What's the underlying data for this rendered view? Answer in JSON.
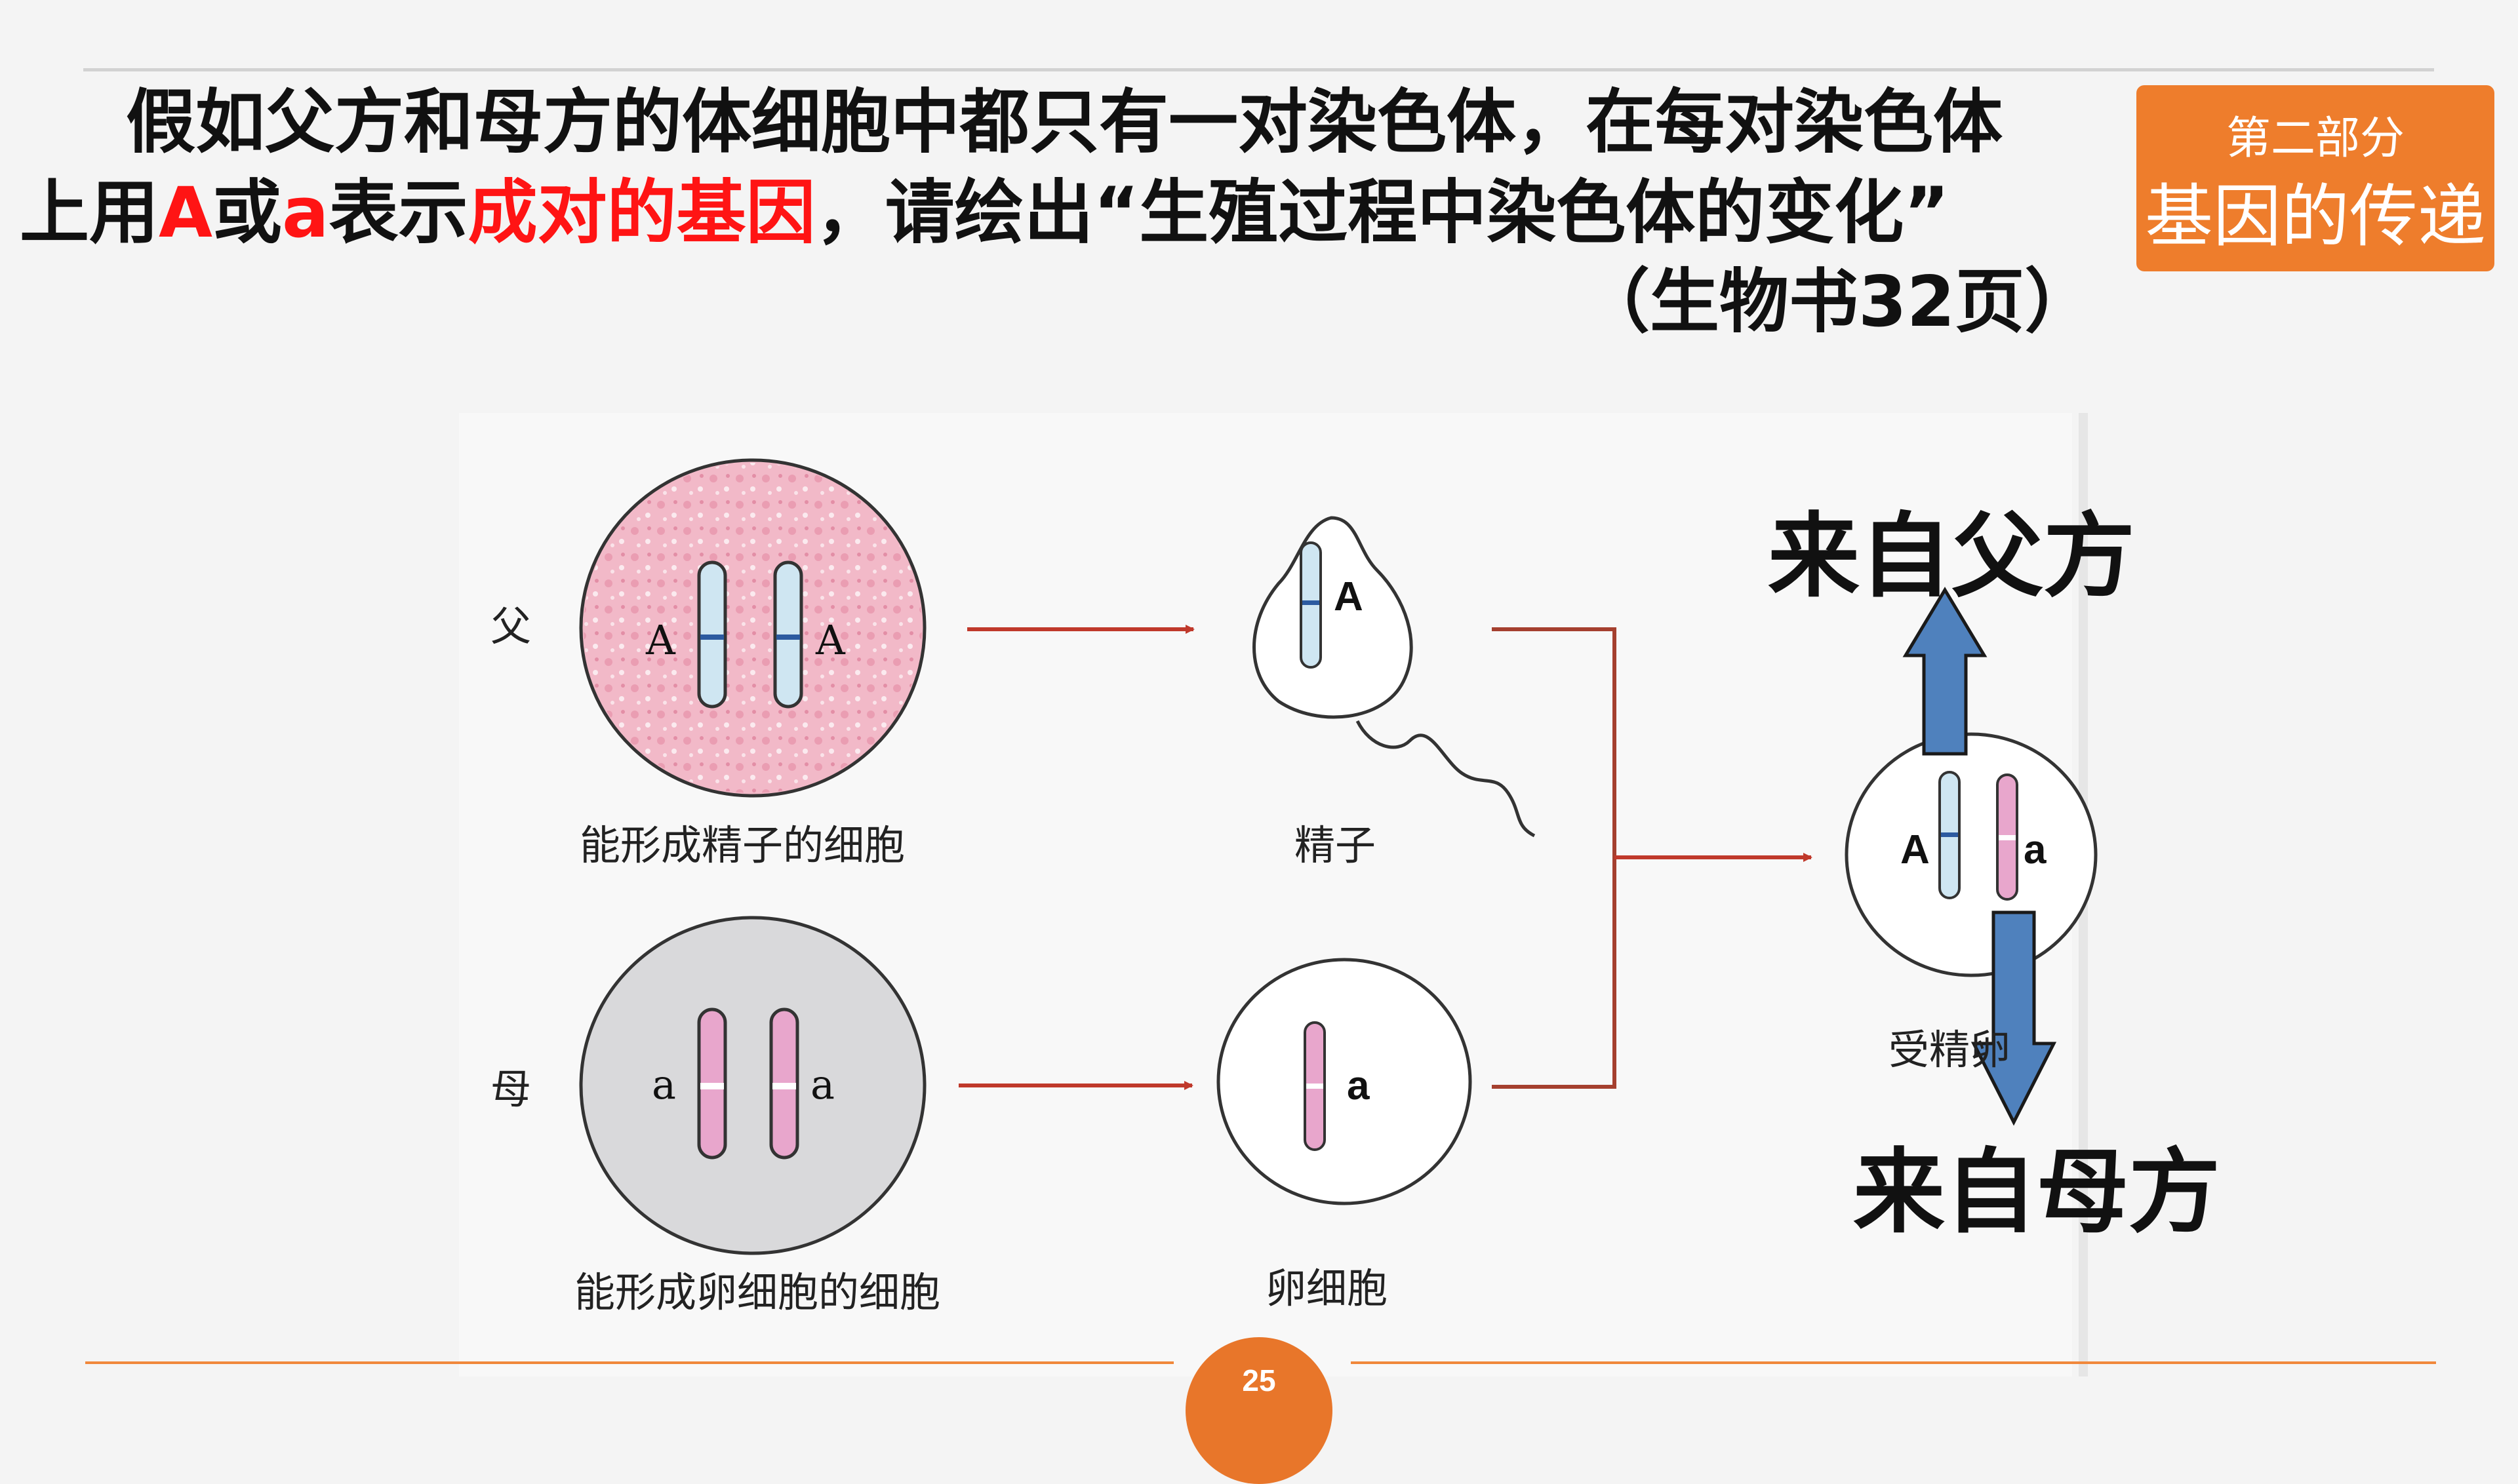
{
  "title": {
    "line1": "假如父方和母方的体细胞中都只有一对染色体，在每对染色体",
    "line2_pre": "上用",
    "gene_A": "A",
    "line2_or": "或",
    "gene_a": "a",
    "line2_mid": "表示",
    "line2_emph": "成对的基因",
    "line2_post": "，请绘出“生殖过程中染色体的变化”",
    "line3": "（生物书32页）"
  },
  "badge": {
    "section": "第二部分",
    "topic": "基因的传递"
  },
  "diagram": {
    "father_label": "父",
    "mother_label": "母",
    "father_cell_caption": "能形成精子的细胞",
    "mother_cell_caption": "能形成卵细胞的细胞",
    "sperm_caption": "精子",
    "egg_caption": "卵细胞",
    "zygote_caption": "受精卵",
    "from_father": "来自父方",
    "from_mother": "来自母方",
    "genes": {
      "father_left": "A",
      "father_right": "A",
      "mother_left": "a",
      "mother_right": "a",
      "sperm": "A",
      "egg": "a",
      "zygote_left": "A",
      "zygote_right": "a"
    },
    "colors": {
      "father_cell": "#f2b9c8",
      "mother_cell": "#d9d9db",
      "arrow": "#c0392b",
      "blue_arrow": "#4f81bd"
    }
  },
  "page_number": "25"
}
